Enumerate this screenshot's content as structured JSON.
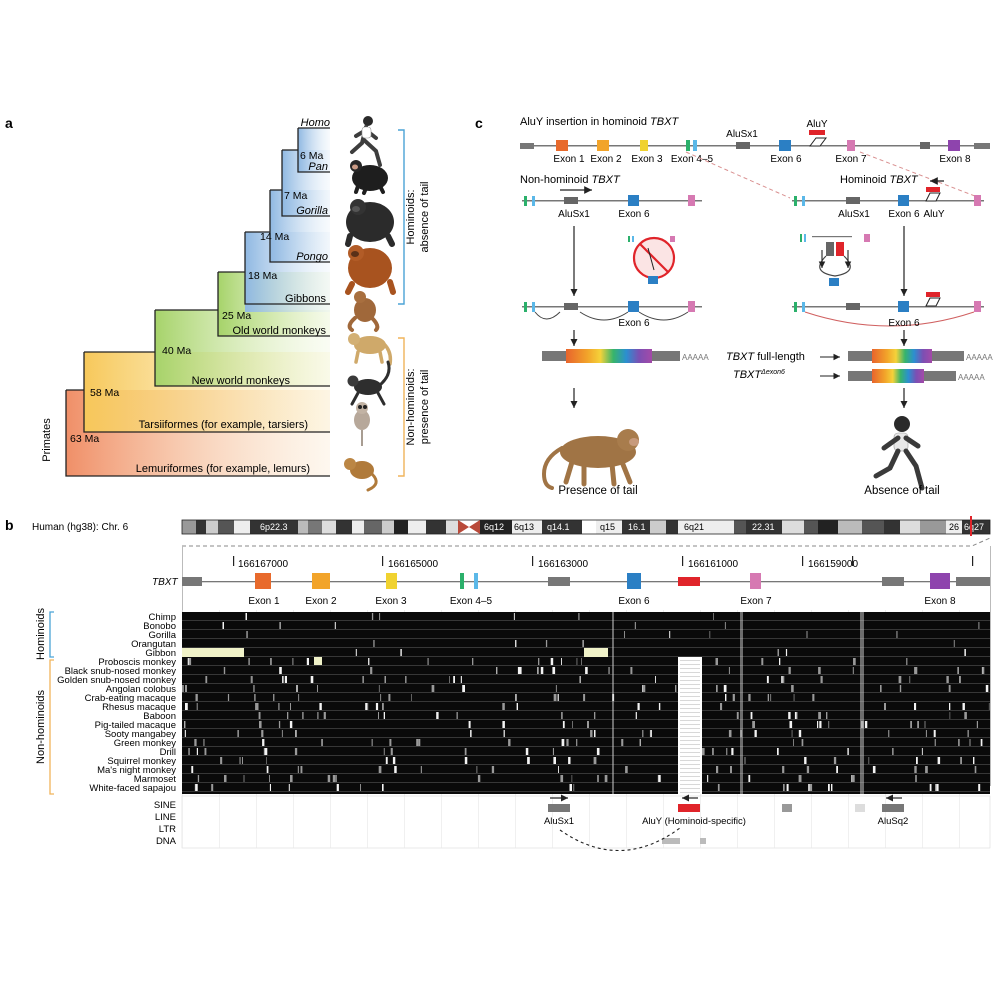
{
  "panel_labels": {
    "a": "a",
    "b": "b",
    "c": "c"
  },
  "panel_a": {
    "root_label": "Primates",
    "taxa": [
      "Homo",
      "Pan",
      "Gorilla",
      "Pongo",
      "Gibbons",
      "Old world monkeys",
      "New world monkeys",
      "Tarsiiformes (for example, tarsiers)",
      "Lemuriformes (for example, lemurs)"
    ],
    "divergences": [
      "6 Ma",
      "7 Ma",
      "14 Ma",
      "18 Ma",
      "25 Ma",
      "40 Ma",
      "58 Ma",
      "63 Ma"
    ],
    "group_hominoids": [
      "Hominoids:",
      "absence of tail"
    ],
    "group_non_hominoids": [
      "Non-hominoids:",
      "presence of tail"
    ],
    "colors": {
      "hominoid_blue": "#a9c9e8",
      "green": "#b8d98a",
      "yellow": "#f5dc7a",
      "orange": "#f3a07a",
      "bracket_blue": "#4ba3d6",
      "bracket_orange": "#f0b45a"
    }
  },
  "panel_b": {
    "chromosome_label": "Human (hg38): Chr. 6",
    "bands": [
      "6p22.3",
      "6q12",
      "6q13",
      "q14.1",
      "q15",
      "16.1",
      "6q21",
      "22.31",
      "26",
      "6q27"
    ],
    "gene": "TBXT",
    "coordinates": [
      "166167000",
      "166165000",
      "166163000",
      "166161000",
      "166159000"
    ],
    "exons": [
      "Exon 1",
      "Exon 2",
      "Exon 3",
      "Exon 4–5",
      "Exon 6",
      "Exon 7",
      "Exon 8"
    ],
    "species": [
      "Chimp",
      "Bonobo",
      "Gorilla",
      "Orangutan",
      "Gibbon",
      "Proboscis monkey",
      "Black snub-nosed monkey",
      "Golden snub-nosed monkey",
      "Angolan colobus",
      "Crab-eating macaque",
      "Rhesus macaque",
      "Baboon",
      "Pig-tailed macaque",
      "Sooty mangabey",
      "Green monkey",
      "Drill",
      "Squirrel monkey",
      "Ma's night monkey",
      "Marmoset",
      "White-faced sapajou"
    ],
    "group_hominoids": "Hominoids",
    "group_non_hominoids": "Non-hominoids",
    "repeat_classes": [
      "SINE",
      "LINE",
      "LTR",
      "DNA"
    ],
    "repeat_labels": {
      "alusx1": "AluSx1",
      "aluy": "AluY (Hominoid-specific)",
      "alusq2": "AluSq2"
    }
  },
  "panel_c": {
    "title_prefix": "AluY insertion in hominoid ",
    "gene": "TBXT",
    "top_labels": {
      "alusx1": "AluSx1",
      "aluy": "AluY"
    },
    "top_exons": [
      "Exon 1",
      "Exon 2",
      "Exon 3",
      "Exon 4–5",
      "Exon 6",
      "Exon 7",
      "Exon 8"
    ],
    "non_hominoid_title": "Non-hominoid",
    "hominoid_title": "Hominoid",
    "left_labels": {
      "alusx1": "AluSx1",
      "exon6": "Exon 6"
    },
    "right_labels": {
      "alusx1": "AluSx1",
      "exon6": "Exon 6",
      "aluy": "AluY"
    },
    "spliced_exon6_left": "Exon 6",
    "spliced_exon6_right": "Exon 6",
    "polya": "AAAAA",
    "full_length": "full-length",
    "delta_superscript": "Δexon6",
    "presence": "Presence of tail",
    "absence": "Absence of tail"
  }
}
